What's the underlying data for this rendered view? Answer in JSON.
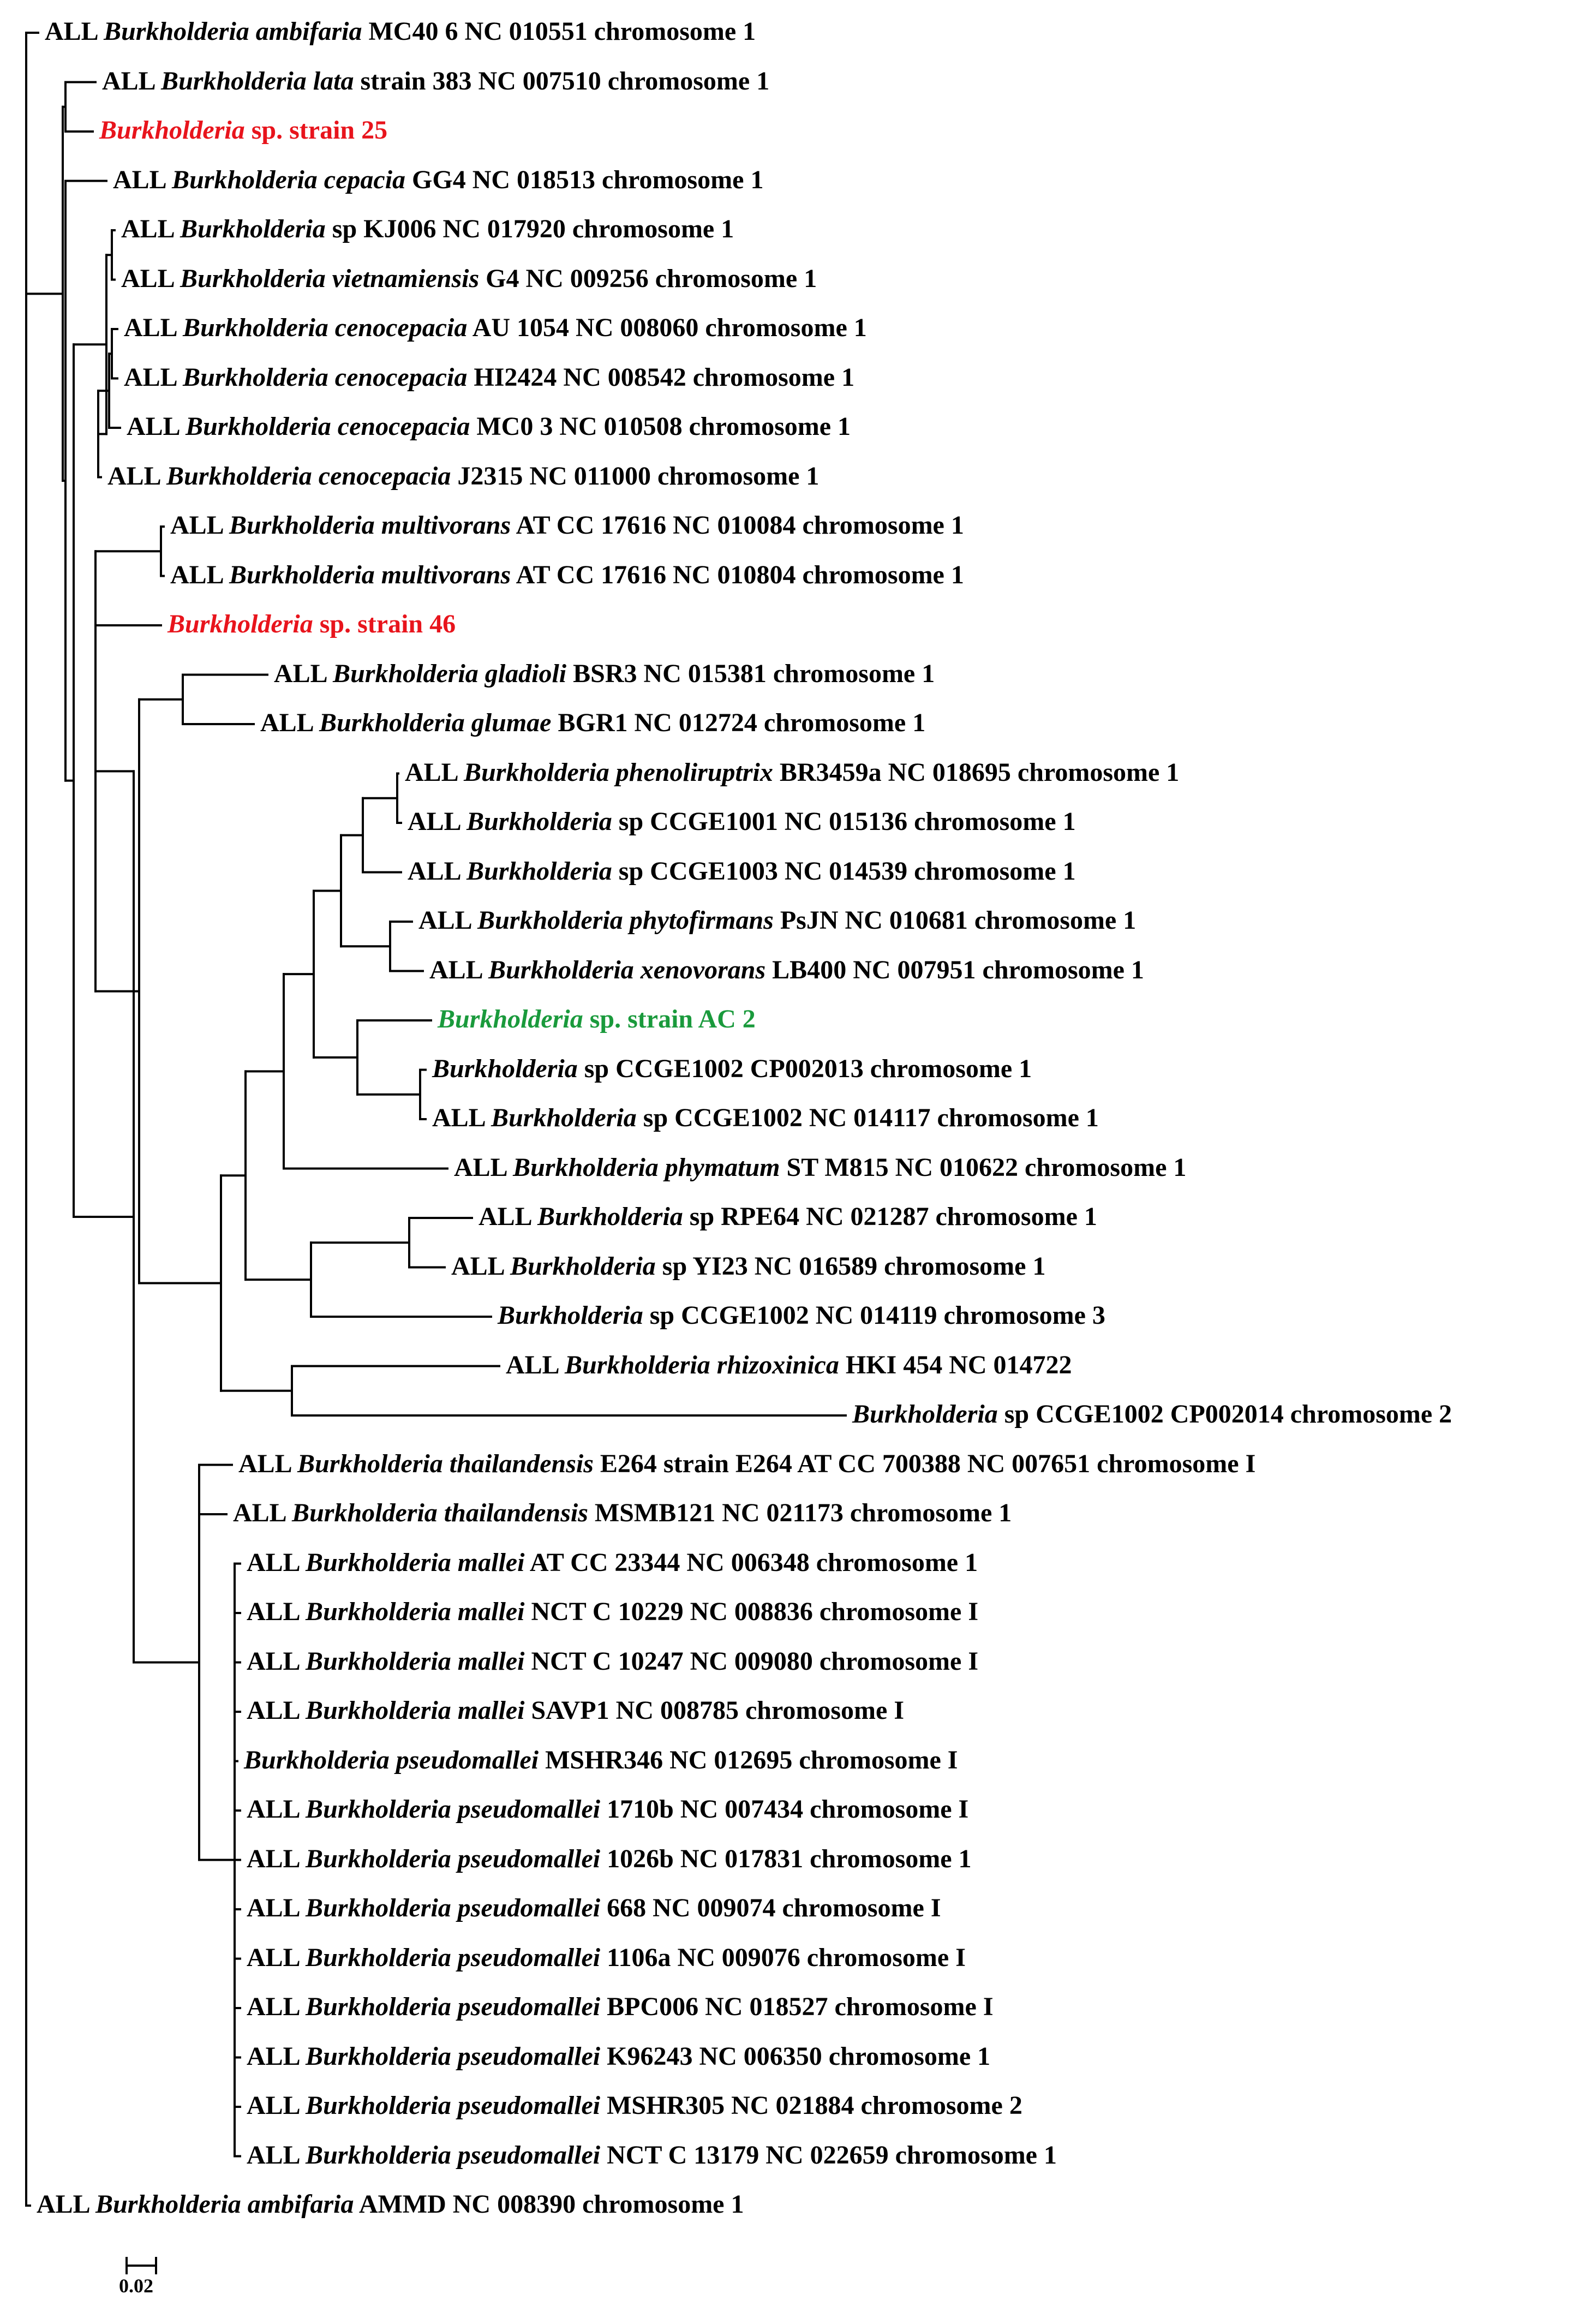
{
  "figure": {
    "scale_bar_label": "0.02",
    "colors": {
      "default": "#000000",
      "highlight_red": "#e8141c",
      "highlight_green": "#1a9a3c"
    }
  },
  "leaves": [
    {
      "id": "t1",
      "prefix": "ALL",
      "genus": "Burkholderia",
      "species": "ambifaria",
      "rest": "MC40 6 NC 010551 chromosome 1"
    },
    {
      "id": "t2",
      "prefix": "ALL",
      "genus": "Burkholderia",
      "species": "lata",
      "rest": "strain 383 NC 007510 chromosome 1"
    },
    {
      "id": "t3",
      "prefix": "",
      "genus": "Burkholderia",
      "species": "",
      "rest": "sp. strain 25",
      "color": "red"
    },
    {
      "id": "t4",
      "prefix": "ALL",
      "genus": "Burkholderia",
      "species": "cepacia",
      "rest": "GG4 NC 018513 chromosome 1"
    },
    {
      "id": "t5",
      "prefix": "ALL",
      "genus": "Burkholderia",
      "species": "",
      "rest": "sp KJ006 NC 017920 chromosome 1"
    },
    {
      "id": "t6",
      "prefix": "ALL",
      "genus": "Burkholderia",
      "species": "vietnamiensis",
      "rest": "G4 NC 009256 chromosome 1"
    },
    {
      "id": "t7",
      "prefix": "ALL",
      "genus": "Burkholderia",
      "species": "cenocepacia",
      "rest": "AU 1054 NC 008060 chromosome 1"
    },
    {
      "id": "t8",
      "prefix": "ALL",
      "genus": "Burkholderia",
      "species": "cenocepacia",
      "rest": "HI2424 NC 008542 chromosome 1"
    },
    {
      "id": "t9",
      "prefix": "ALL",
      "genus": "Burkholderia",
      "species": "cenocepacia",
      "rest": "MC0 3 NC 010508 chromosome 1"
    },
    {
      "id": "t10",
      "prefix": "ALL",
      "genus": "Burkholderia",
      "species": "cenocepacia",
      "rest": "J2315 NC 011000 chromosome 1"
    },
    {
      "id": "t11",
      "prefix": "ALL",
      "genus": "Burkholderia",
      "species": "multivorans",
      "rest": "AT CC 17616 NC 010084 chromosome 1"
    },
    {
      "id": "t12",
      "prefix": "ALL",
      "genus": "Burkholderia",
      "species": "multivorans",
      "rest": "AT CC 17616 NC 010804 chromosome 1"
    },
    {
      "id": "t13",
      "prefix": "",
      "genus": "Burkholderia",
      "species": "",
      "rest": "sp. strain 46",
      "color": "red"
    },
    {
      "id": "t14",
      "prefix": "ALL",
      "genus": "Burkholderia",
      "species": "gladioli",
      "rest": "BSR3 NC 015381 chromosome 1"
    },
    {
      "id": "t15",
      "prefix": "ALL",
      "genus": "Burkholderia",
      "species": "glumae",
      "rest": "BGR1 NC 012724 chromosome 1"
    },
    {
      "id": "t16",
      "prefix": "ALL",
      "genus": "Burkholderia",
      "species": "phenoliruptrix",
      "rest": "BR3459a NC 018695 chromosome 1"
    },
    {
      "id": "t17",
      "prefix": "ALL",
      "genus": "Burkholderia",
      "species": "",
      "rest": "sp CCGE1001 NC 015136 chromosome 1"
    },
    {
      "id": "t18",
      "prefix": "ALL",
      "genus": "Burkholderia",
      "species": "",
      "rest": "sp CCGE1003 NC 014539 chromosome 1"
    },
    {
      "id": "t19",
      "prefix": "ALL",
      "genus": "Burkholderia",
      "species": "phytofirmans",
      "rest": "PsJN NC 010681 chromosome 1"
    },
    {
      "id": "t20",
      "prefix": "ALL",
      "genus": "Burkholderia",
      "species": "xenovorans",
      "rest": "LB400 NC 007951 chromosome 1"
    },
    {
      "id": "t21",
      "prefix": "",
      "genus": "Burkholderia",
      "species": "",
      "rest": "sp. strain AC 2",
      "color": "green"
    },
    {
      "id": "t22",
      "prefix": "",
      "genus": "Burkholderia",
      "species": "",
      "rest": "sp CCGE1002  CP002013 chromosome 1"
    },
    {
      "id": "t23",
      "prefix": "ALL",
      "genus": "Burkholderia",
      "species": "",
      "rest": "sp CCGE1002 NC 014117 chromosome 1"
    },
    {
      "id": "t24",
      "prefix": "ALL",
      "genus": "Burkholderia",
      "species": "phymatum",
      "rest": "ST M815 NC 010622 chromosome 1"
    },
    {
      "id": "t25",
      "prefix": "ALL",
      "genus": "Burkholderia",
      "species": "",
      "rest": "sp RPE64 NC 021287 chromosome 1"
    },
    {
      "id": "t26",
      "prefix": "ALL",
      "genus": "Burkholderia",
      "species": "",
      "rest": "sp YI23 NC 016589 chromosome 1"
    },
    {
      "id": "t27",
      "prefix": "",
      "genus": "Burkholderia",
      "species": "",
      "rest": "sp CCGE1002  NC 014119 chromosome 3"
    },
    {
      "id": "t28",
      "prefix": "ALL",
      "genus": "Burkholderia",
      "species": "rhizoxinica",
      "rest": "HKI 454 NC 014722"
    },
    {
      "id": "t29",
      "prefix": "",
      "genus": "Burkholderia",
      "species": "",
      "rest": "sp CCGE1002  CP002014 chromosome 2"
    },
    {
      "id": "t30",
      "prefix": "ALL",
      "genus": "Burkholderia",
      "species": "thailandensis",
      "rest": "E264 strain E264 AT CC 700388 NC 007651 chromosome I"
    },
    {
      "id": "t31",
      "prefix": "ALL",
      "genus": "Burkholderia",
      "species": "thailandensis",
      "rest": "MSMB121 NC 021173 chromosome 1"
    },
    {
      "id": "t32",
      "prefix": "ALL",
      "genus": "Burkholderia",
      "species": "mallei",
      "rest": "AT CC 23344 NC 006348 chromosome 1"
    },
    {
      "id": "t33",
      "prefix": "ALL",
      "genus": "Burkholderia",
      "species": "mallei",
      "rest": "NCT C 10229 NC 008836 chromosome I"
    },
    {
      "id": "t34",
      "prefix": "ALL",
      "genus": "Burkholderia",
      "species": "mallei",
      "rest": "NCT C 10247 NC 009080 chromosome I"
    },
    {
      "id": "t35",
      "prefix": "ALL",
      "genus": "Burkholderia",
      "species": "mallei",
      "rest": "SAVP1 NC 008785 chromosome I"
    },
    {
      "id": "t36",
      "prefix": "",
      "genus": "Burkholderia",
      "species": "pseudomallei",
      "rest": "MSHR346 NC 012695 chromosome I"
    },
    {
      "id": "t37",
      "prefix": "ALL",
      "genus": "Burkholderia",
      "species": "pseudomallei",
      "rest": "1710b NC 007434 chromosome I"
    },
    {
      "id": "t38",
      "prefix": "ALL",
      "genus": "Burkholderia",
      "species": "pseudomallei",
      "rest": "1026b NC 017831 chromosome 1"
    },
    {
      "id": "t39",
      "prefix": "ALL",
      "genus": "Burkholderia",
      "species": "pseudomallei",
      "rest": "668 NC 009074 chromosome I"
    },
    {
      "id": "t40",
      "prefix": "ALL",
      "genus": "Burkholderia",
      "species": "pseudomallei",
      "rest": "1106a NC 009076 chromosome I"
    },
    {
      "id": "t41",
      "prefix": "ALL",
      "genus": "Burkholderia",
      "species": "pseudomallei",
      "rest": "BPC006 NC 018527 chromosome I"
    },
    {
      "id": "t42",
      "prefix": "ALL",
      "genus": "Burkholderia",
      "species": "pseudomallei",
      "rest": "K96243 NC 006350 chromosome 1"
    },
    {
      "id": "t43",
      "prefix": "ALL",
      "genus": "Burkholderia",
      "species": "pseudomallei",
      "rest": "MSHR305 NC 021884 chromosome 2"
    },
    {
      "id": "t44",
      "prefix": "ALL",
      "genus": "Burkholderia",
      "species": "pseudomallei",
      "rest": "NCT C 13179 NC 022659 chromosome 1"
    },
    {
      "id": "t45",
      "prefix": "ALL",
      "genus": "Burkholderia",
      "species": "ambifaria",
      "rest": "AMMD NC 008390 chromosome 1"
    }
  ]
}
